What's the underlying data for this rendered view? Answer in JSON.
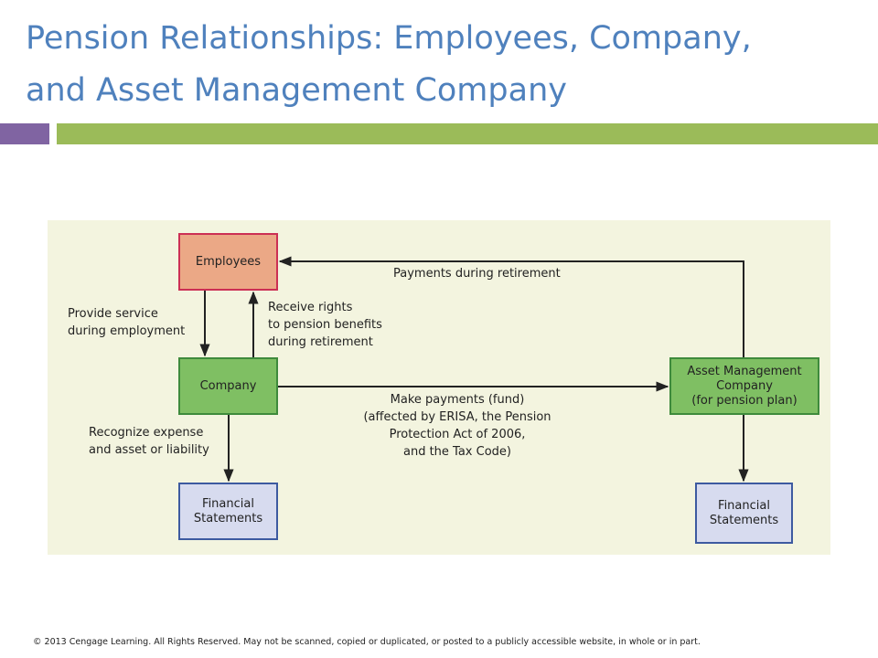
{
  "title": {
    "line1": "Pension Relationships: Employees, Company,",
    "line2": "and Asset Management Company"
  },
  "diagram": {
    "nodes": {
      "employees": "Employees",
      "company": "Company",
      "asset_management": [
        "Asset Management",
        "Company",
        "(for pension plan)"
      ],
      "financial_statements_company": [
        "Financial",
        "Statements"
      ],
      "financial_statements_amc": [
        "Financial",
        "Statements"
      ]
    },
    "edges": {
      "provide_service": [
        "Provide service",
        "during employment"
      ],
      "receive_rights": [
        "Receive rights",
        "to pension benefits",
        "during retirement"
      ],
      "payments_during_retirement": "Payments during retirement",
      "recognize_expense": [
        "Recognize expense",
        "and asset or liability"
      ],
      "make_payments": [
        "Make payments (fund)",
        "(affected by ERISA, the Pension",
        "Protection Act of 2006,",
        "and the Tax Code)"
      ]
    }
  },
  "footer": "© 2013 Cengage Learning. All Rights Reserved. May not be scanned, copied or duplicated, or posted to a publicly accessible website, in whole or in part."
}
